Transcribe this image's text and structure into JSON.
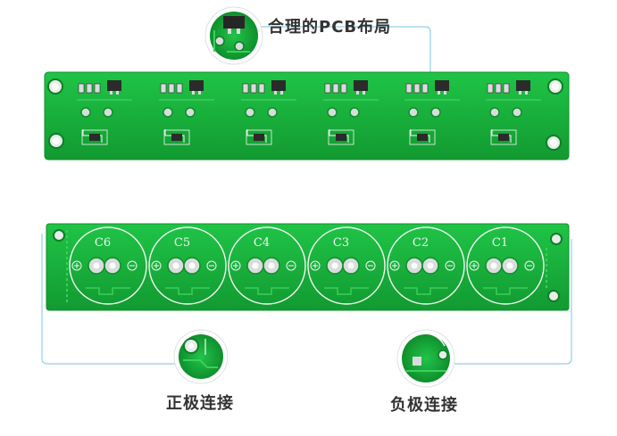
{
  "callouts": {
    "top": "合理的PCB布局",
    "positive": "正极连接",
    "negative": "负极连接"
  },
  "capacitors": [
    {
      "label": "C6"
    },
    {
      "label": "C5"
    },
    {
      "label": "C4"
    },
    {
      "label": "C3"
    },
    {
      "label": "C2"
    },
    {
      "label": "C1"
    }
  ],
  "colors": {
    "board": "#17b33c",
    "board_dark": "#0d8f2a",
    "trace": "#39cf5a",
    "pad": "#d9dcdc",
    "silk": "#f4f7f4",
    "callout_line": "#8fd1e8",
    "component": "#2b2b2b"
  }
}
